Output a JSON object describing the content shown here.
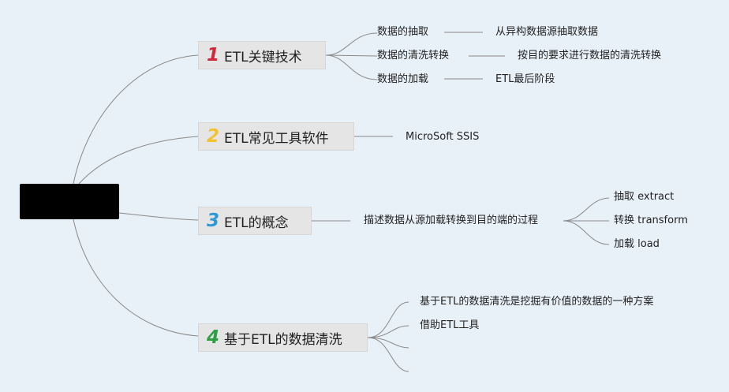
{
  "colors": {
    "background": "#e8f0f8",
    "line": "#8a8a8a",
    "num1": "#d0283a",
    "num2": "#f2c230",
    "num3": "#2f98d6",
    "num4": "#2ea043"
  },
  "topics": [
    {
      "number": "1",
      "label": "ETL关键技术",
      "children": [
        {
          "label": "数据的抽取",
          "detail": "从异构数据源抽取数据"
        },
        {
          "label": "数据的清洗转换",
          "detail": "按目的要求进行数据的清洗转换"
        },
        {
          "label": "数据的加载",
          "detail": "ETL最后阶段"
        }
      ]
    },
    {
      "number": "2",
      "label": "ETL常见工具软件",
      "children": [
        {
          "label": "MicroSoft SSIS"
        }
      ]
    },
    {
      "number": "3",
      "label": "ETL的概念",
      "children": [
        {
          "label": "描述数据从源加载转换到目的端的过程",
          "children": [
            {
              "label": "抽取 extract"
            },
            {
              "label": "转换 transform"
            },
            {
              "label": "加载 load"
            }
          ]
        }
      ]
    },
    {
      "number": "4",
      "label": "基于ETL的数据清洗",
      "children": [
        {
          "label": "基于ETL的数据清洗是挖掘有价值的数据的一种方案"
        },
        {
          "label": "借助ETL工具"
        },
        {
          "label": ""
        },
        {
          "label": ""
        }
      ]
    }
  ]
}
